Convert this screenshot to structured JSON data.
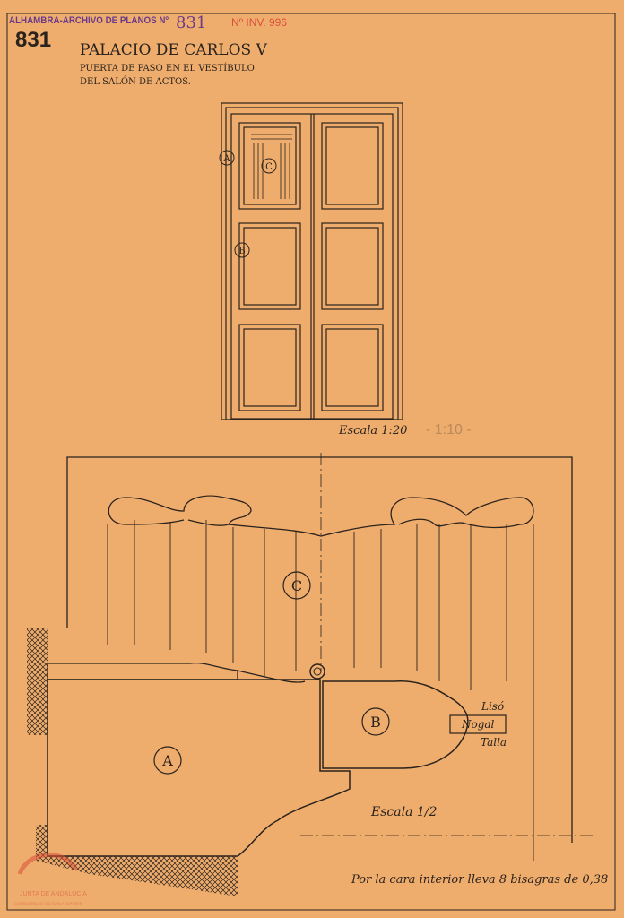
{
  "header": {
    "archive_stamp": "ALHAMBRA-ARCHIVO DE PLANOS Nº",
    "stamp_number": "831",
    "inventory": "Nº INV. 996",
    "sheet_number": "831",
    "title": "PALACIO DE CARLOS V",
    "subtitle_line1": "PUERTA DE PASO EN EL VESTÍBULO",
    "subtitle_line2": "DEL SALÓN DE ACTOS."
  },
  "elevation": {
    "labels": [
      "A",
      "B",
      "C"
    ],
    "scale": "Escala 1:20",
    "pencil_scale": "- 1:10 -"
  },
  "section": {
    "labels": [
      "A",
      "B",
      "C"
    ],
    "material_labels": [
      "Lisó",
      "Nogal",
      "Talla"
    ],
    "scale": "Escala 1/2",
    "note": "Por la cara interior lleva 8 bisagras de 0,38"
  },
  "watermark": {
    "line1": "JUNTA DE ANDALUCIA",
    "line2": "CONSEJERÍA DE CULTURA Y DEPORTE"
  },
  "colors": {
    "paper": "#efad6d",
    "ink": "#2a221c",
    "stamp": "#6a3a8a",
    "red": "#d9503a"
  }
}
